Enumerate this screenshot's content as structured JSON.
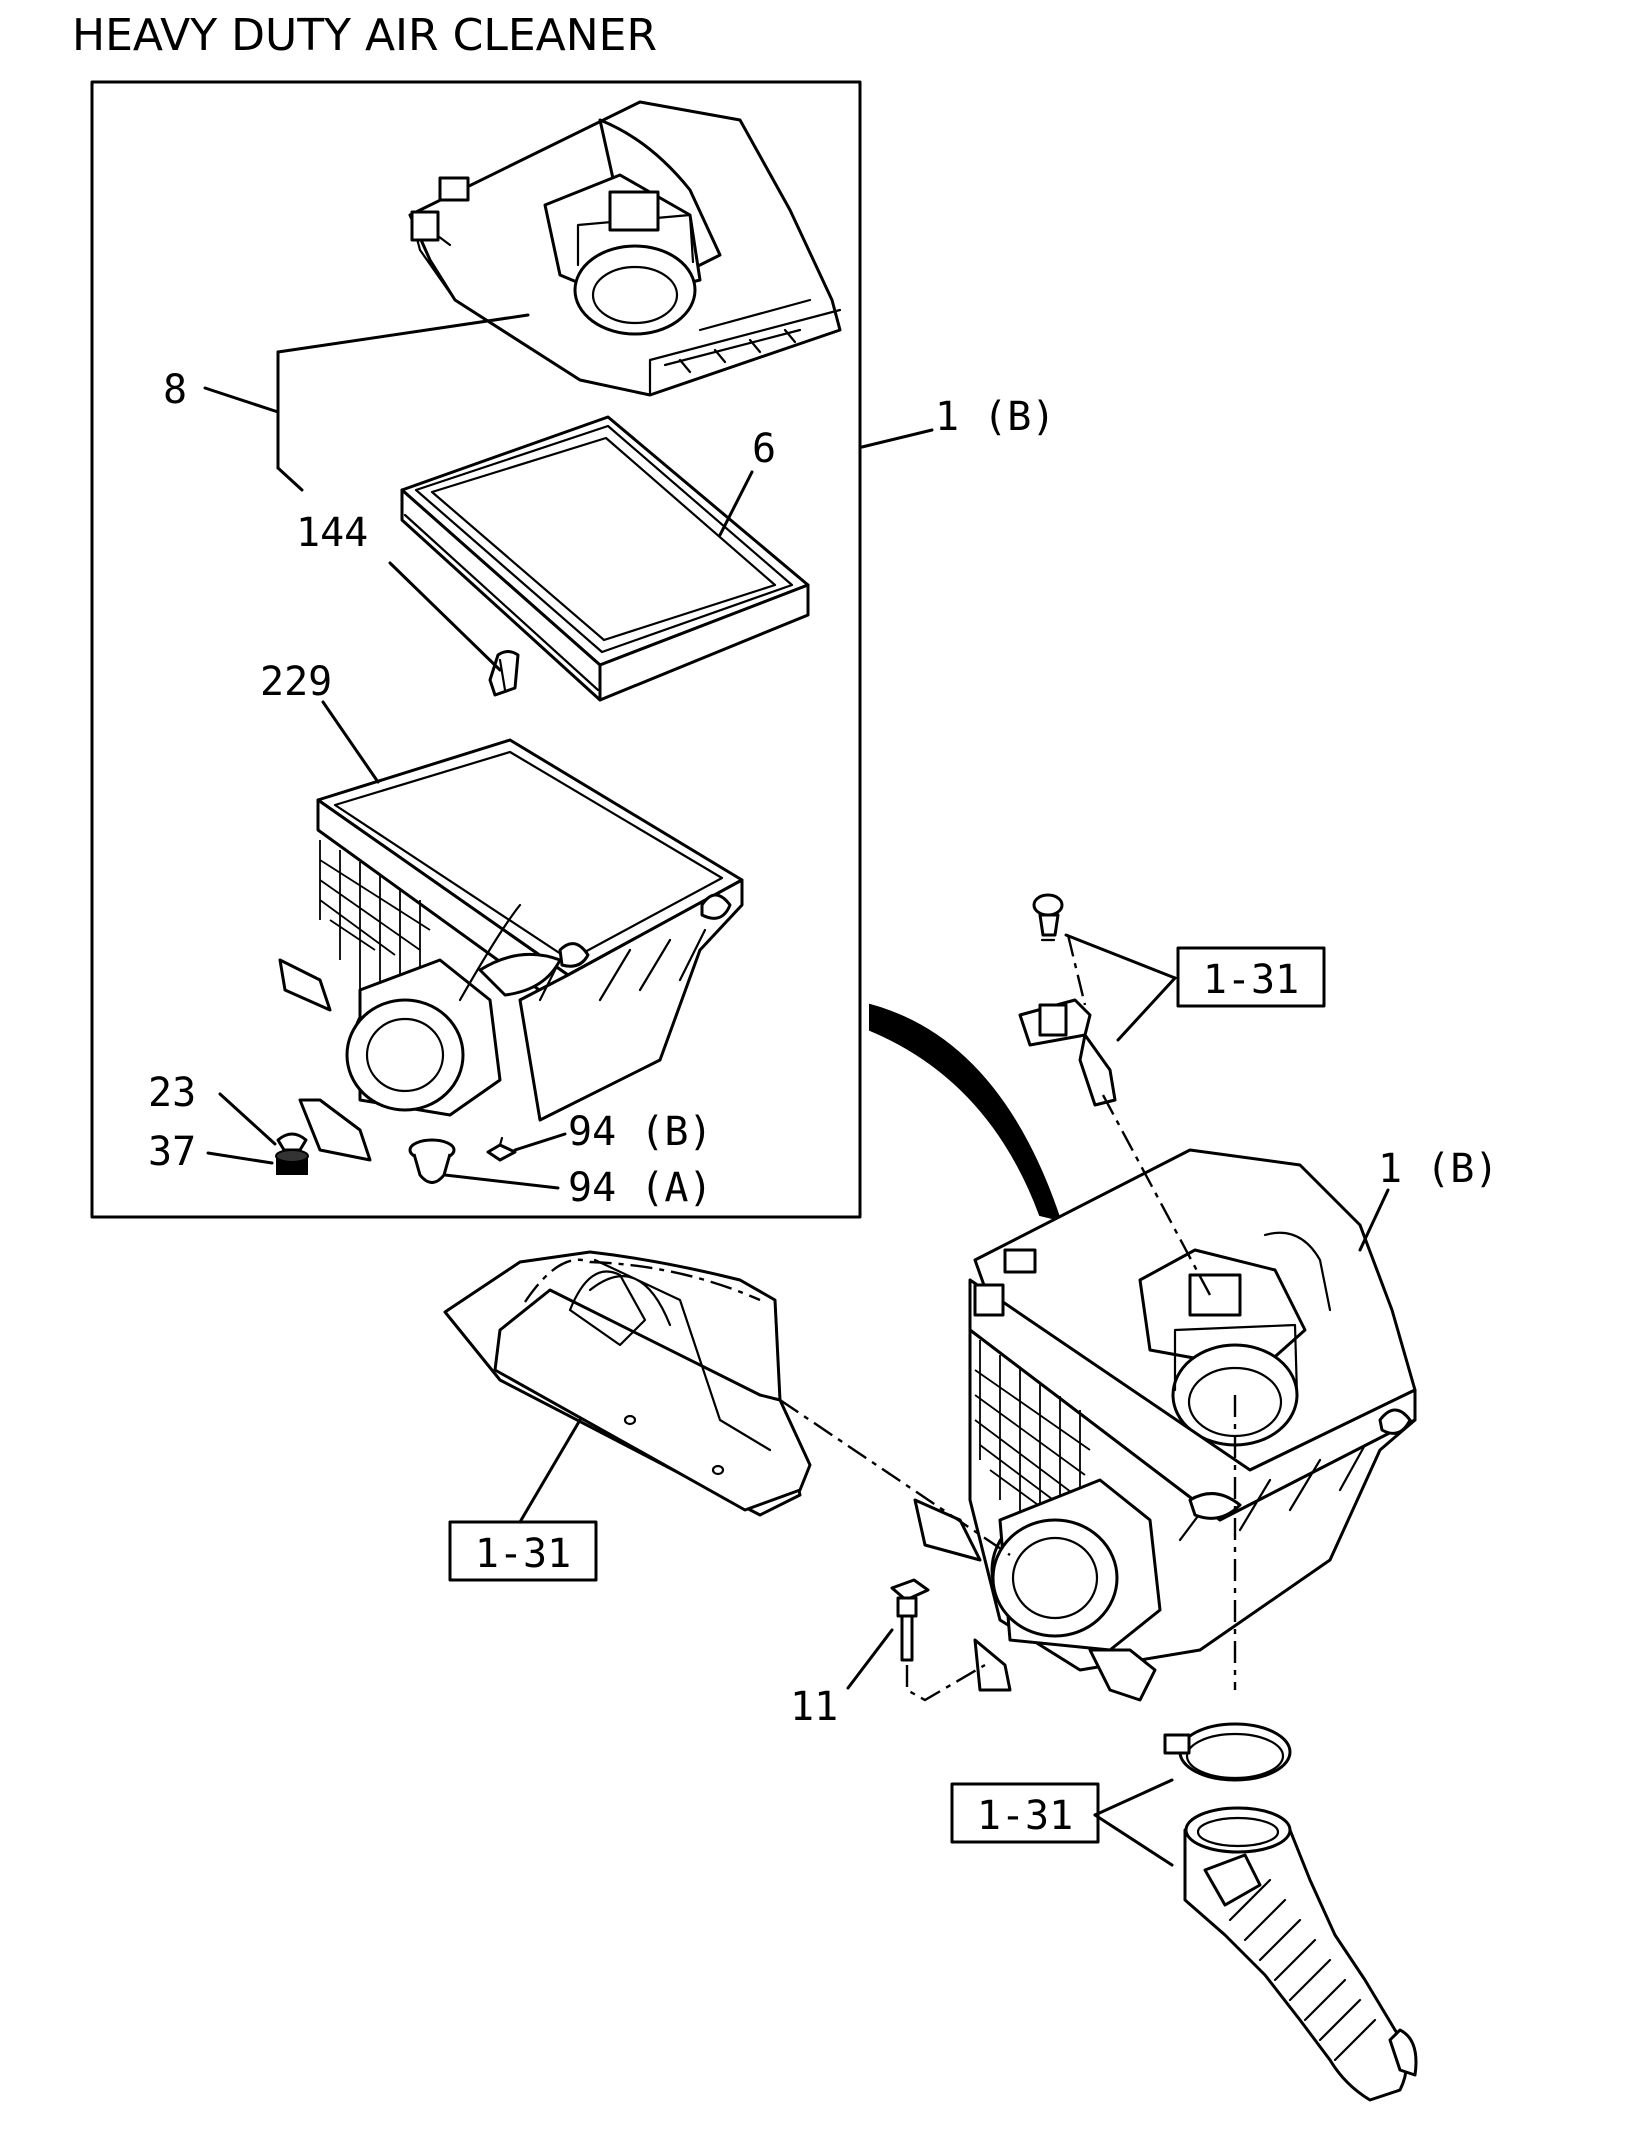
{
  "title": "HEAVY DUTY AIR CLEANER",
  "callouts": {
    "c8": "8",
    "c6": "6",
    "c144": "144",
    "c229": "229",
    "c1b_top": "1 (B)",
    "c1b_main": "1 (B)",
    "c23": "23",
    "c37": "37",
    "c94b": "94 (B)",
    "c94a": "94 (A)",
    "c11": "11"
  },
  "refs": {
    "r_sensor": "1-31",
    "r_duct": "1-31",
    "r_hose": "1-31"
  }
}
